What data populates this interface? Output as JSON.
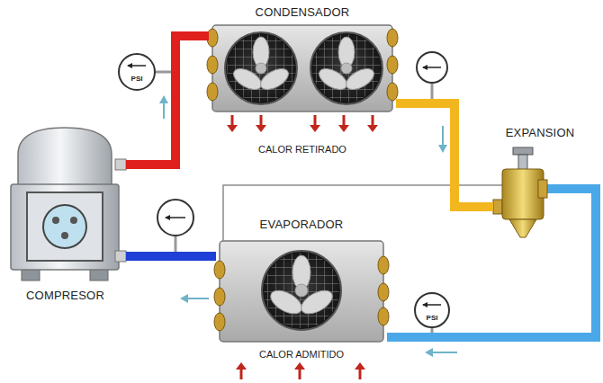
{
  "diagram": {
    "nodes": [
      {
        "text": [
          "CONDENSADOR",
          "CALOR RETIRADO"
        ]
      },
      {
        "text": [
          "EXPANSION"
        ]
      },
      {
        "text": [
          "COMPRESOR"
        ]
      },
      {
        "text": [
          "EVAPORADOR",
          "CALOR ADMITIDO"
        ]
      }
    ],
    "edges": [
      {
        "from": 2,
        "to": 0,
        "arrow": "none"
      },
      {
        "from": 0,
        "to": 1,
        "arrow": "none"
      },
      {
        "from": 1,
        "to": 3,
        "arrow": "none"
      },
      {
        "from": 3,
        "to": 2,
        "arrow": "none"
      }
    ],
    "labels": [
      "PSI",
      "PSI"
    ]
  }
}
